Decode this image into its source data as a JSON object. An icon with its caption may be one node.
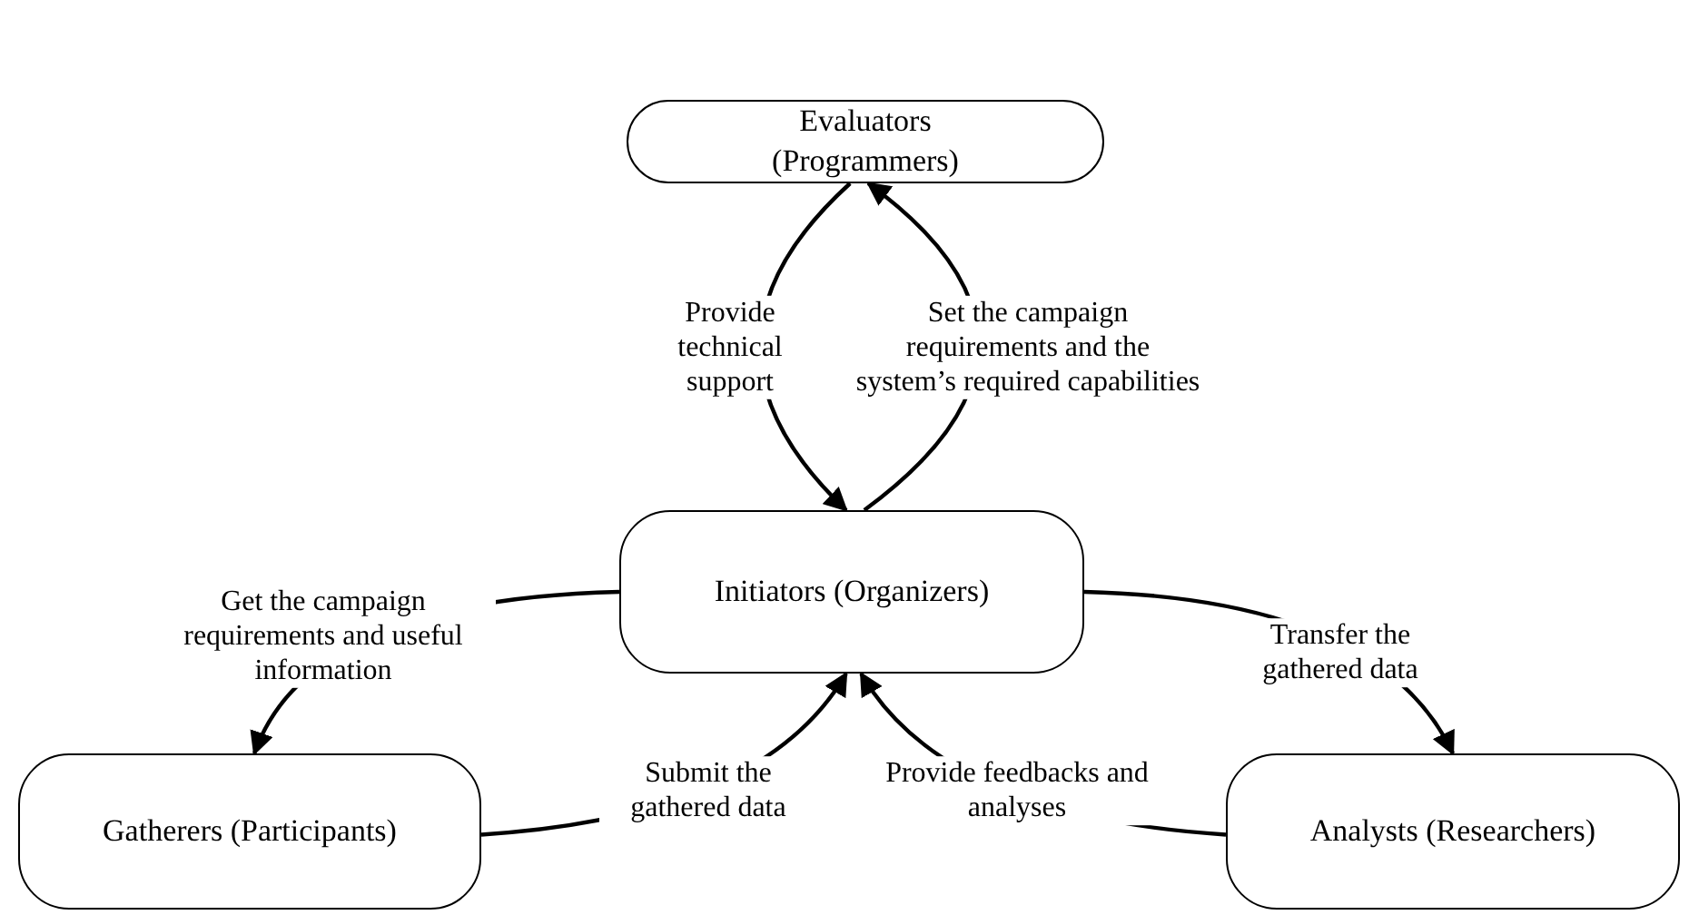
{
  "diagram": {
    "nodes": [
      {
        "text": [
          "Evaluators (Programmers)"
        ]
      },
      {
        "text": [
          "Initiators (Organizers)"
        ]
      },
      {
        "text": [
          "Gatherers (Participants)"
        ]
      },
      {
        "text": [
          "Analysts (Researchers)"
        ]
      }
    ],
    "edges": [
      {
        "from": 0,
        "to": 1,
        "arrow": "to",
        "label": "Provide technical support"
      },
      {
        "from": 1,
        "to": 0,
        "arrow": "to",
        "label": "Set the campaign requirements and the system’s required capabilities"
      },
      {
        "from": 1,
        "to": 2,
        "arrow": "to",
        "label": "Get the campaign requirements and useful information"
      },
      {
        "from": 1,
        "to": 3,
        "arrow": "to",
        "label": "Transfer the gathered data"
      },
      {
        "from": 2,
        "to": 1,
        "arrow": "to",
        "label": "Submit the gathered data"
      },
      {
        "from": 3,
        "to": 1,
        "arrow": "to",
        "label": "Provide feedbacks and analyses"
      }
    ]
  }
}
